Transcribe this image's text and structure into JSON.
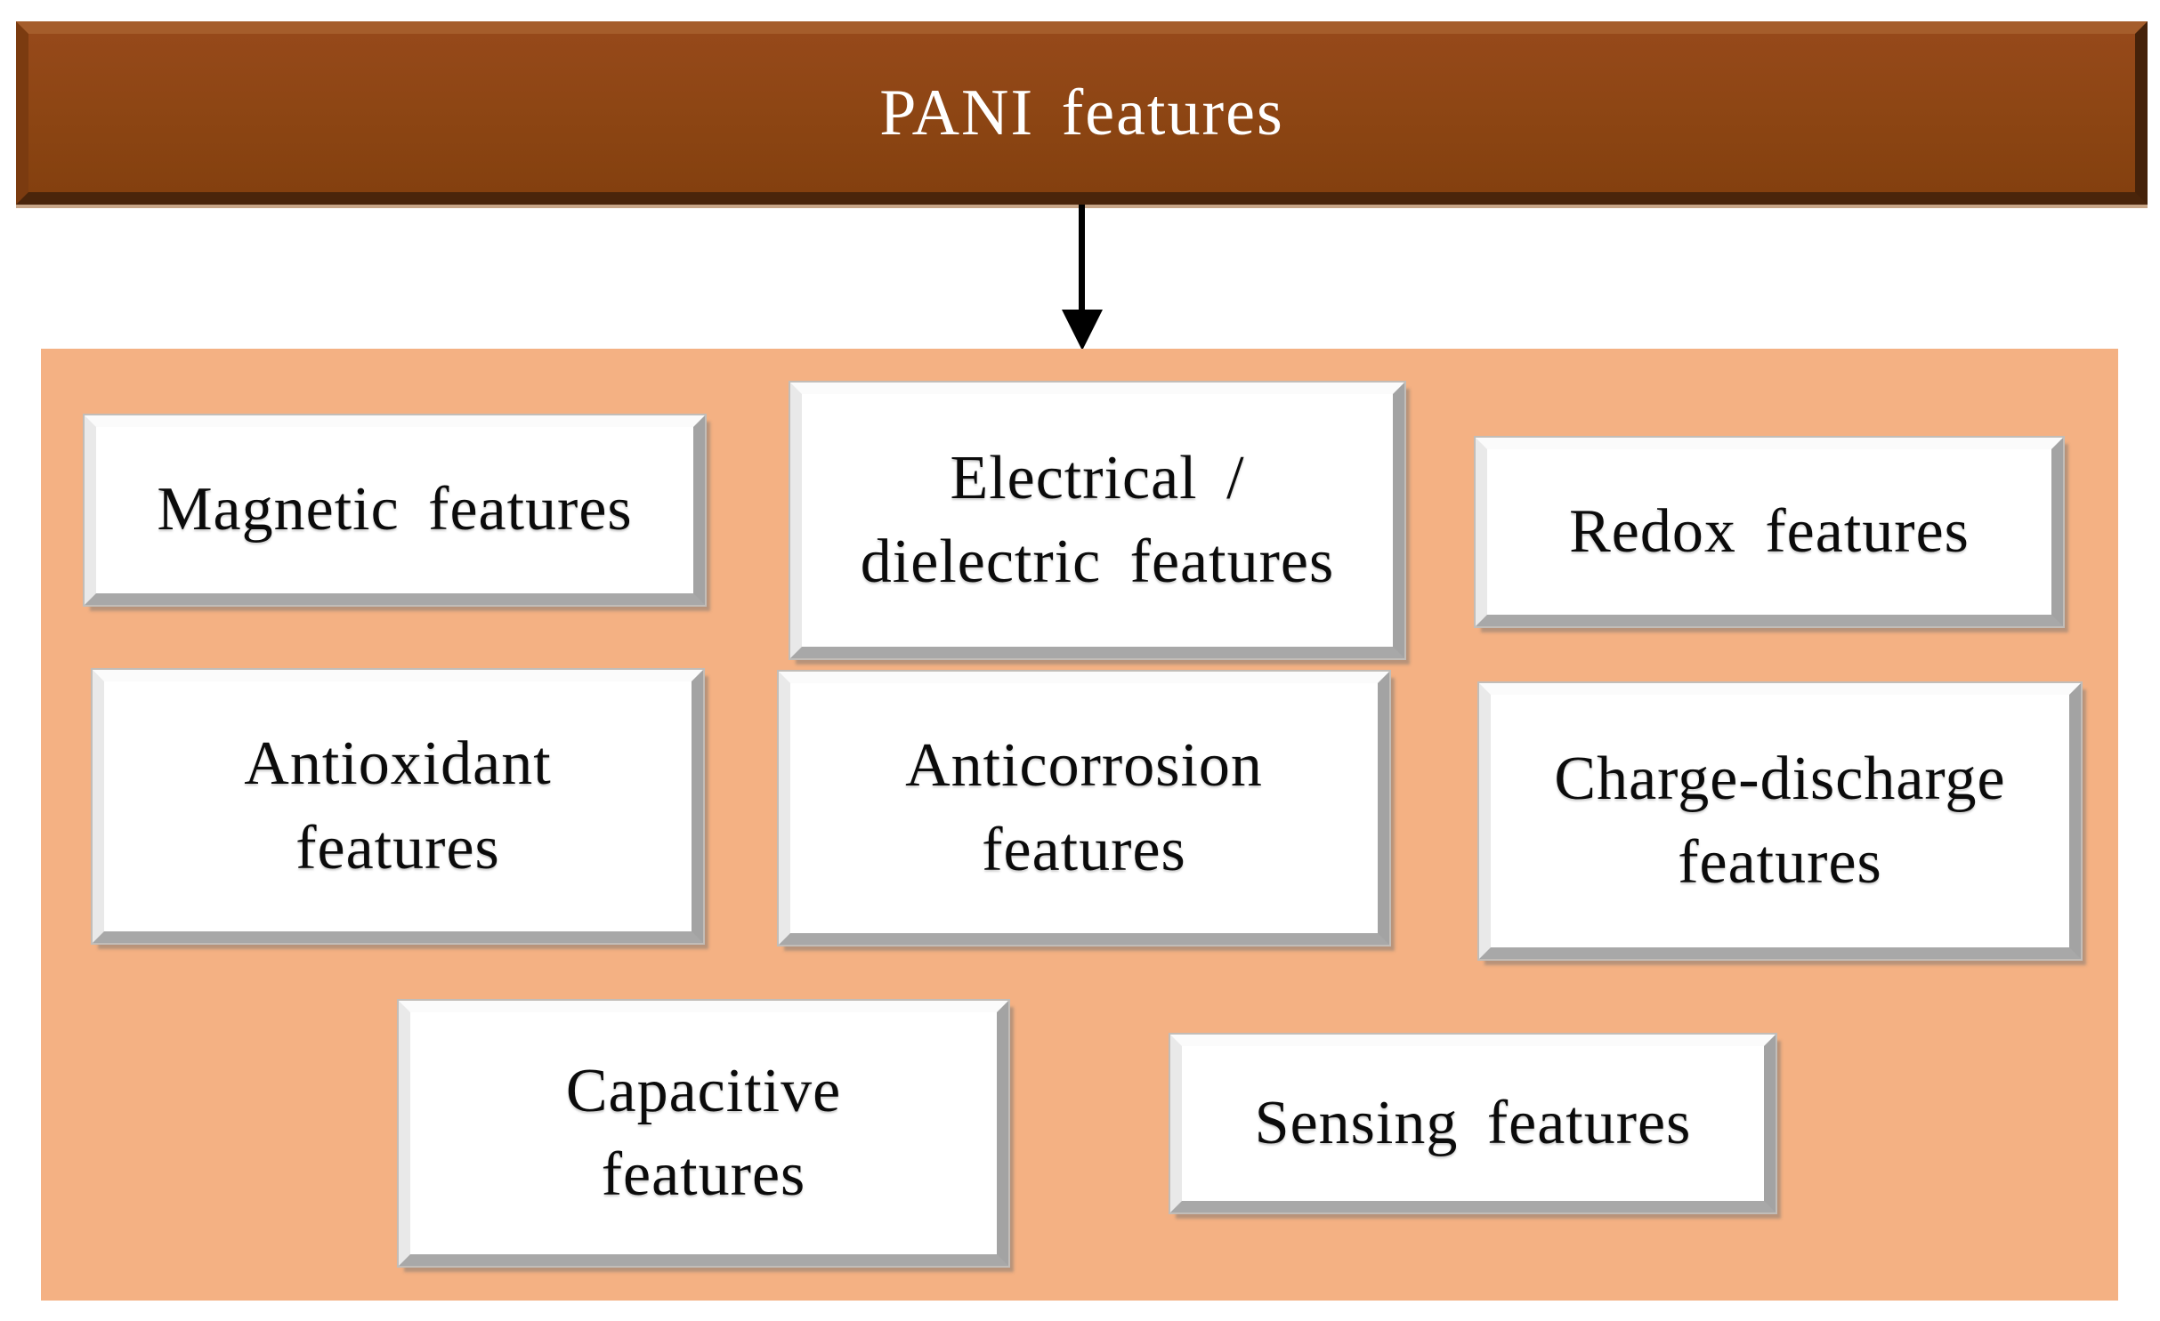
{
  "header": {
    "title": "PANI features"
  },
  "boxes": {
    "magnetic": {
      "line1": "Magnetic features"
    },
    "electrical": {
      "line1": "Electrical /",
      "line2": "dielectric features"
    },
    "redox": {
      "line1": "Redox features"
    },
    "antioxidant": {
      "line1": "Antioxidant",
      "line2": "features"
    },
    "anticorrosion": {
      "line1": "Anticorrosion",
      "line2": "features"
    },
    "charge": {
      "line1": "Charge-discharge",
      "line2": "features"
    },
    "capacitive": {
      "line1": "Capacitive",
      "line2": "features"
    },
    "sensing": {
      "line1": "Sensing features"
    }
  },
  "colors": {
    "header_bg": "#8C4513",
    "header_bg_light": "#96491A",
    "panel_bg": "#F4B183",
    "box_bg": "#FFFFFF",
    "text_dark": "#0B0B0B",
    "text_light": "#FFFFFF",
    "arrow": "#000000"
  }
}
